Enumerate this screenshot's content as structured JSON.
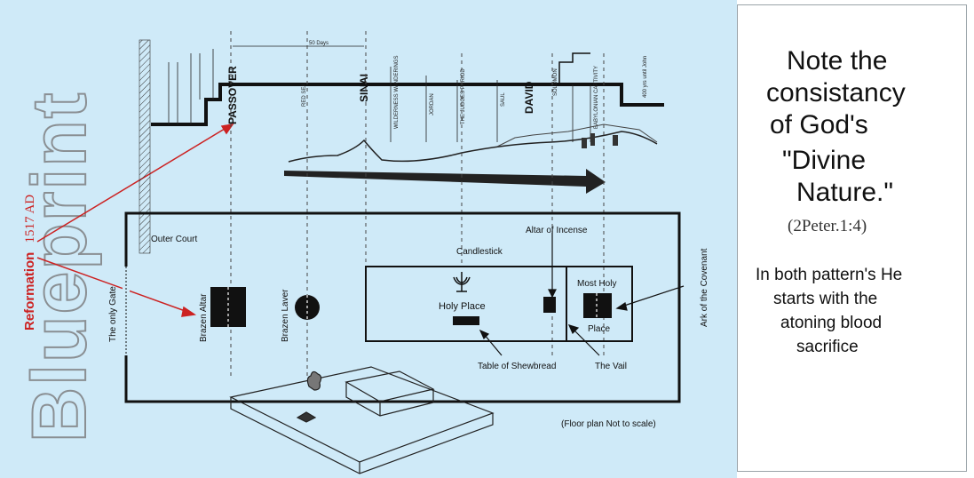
{
  "diagram": {
    "vertical_title": "Blueprint",
    "reformation": {
      "label": "Reformation",
      "year": "1517 AD"
    },
    "timeline": {
      "duration": "50 Days",
      "labels": {
        "passover": "PASSOVER",
        "sinai": "SINAI",
        "david": "DAVID",
        "red_sea": "RED SEA",
        "wanderings": "WILDERNESS WANDERINGS",
        "jordan": "JORDAN",
        "judges": "THE JUDGES PERIOD",
        "saul": "SAUL",
        "solomon": "SOLOMON",
        "captivity": "BABYLONIAN CAPTIVITY",
        "years": "400 yrs until John"
      }
    },
    "floor_plan": {
      "outer_court": "Outer Court",
      "gate": "The only Gate",
      "altar": "Brazen Altar",
      "laver": "Brazen Laver",
      "candlestick": "Candlestick",
      "holy_place": "Holy Place",
      "altar_incense": "Altar of Incense",
      "most_holy_1": "Most Holy",
      "most_holy_2": "Place",
      "shewbread": "Table of Shewbread",
      "vail": "The Vail",
      "ark": "Ark of the Covenant",
      "scale_note": "(Floor plan Not to scale)"
    },
    "colors": {
      "background": "#cfeaf8",
      "accent": "#cc2222",
      "ink": "#111111"
    }
  },
  "note": {
    "lines": [
      "Note the",
      "consistancy",
      "of God's",
      "\"Divine",
      "Nature.\""
    ],
    "reference": "(2Peter.1:4)",
    "body": [
      "In both pattern's He",
      "starts with the",
      "atoning blood",
      "sacrifice"
    ]
  }
}
